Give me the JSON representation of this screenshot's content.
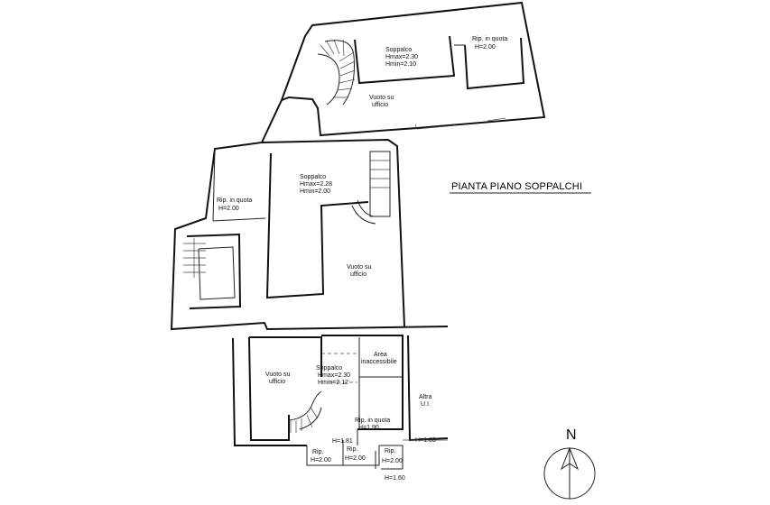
{
  "title": "PIANTA PIANO SOPPALCHI",
  "north_letter": "N",
  "rooms": {
    "top_soppalco": {
      "name": "Soppalco",
      "hmax": "Hmax=2.30",
      "hmin": "Hmin=2.10"
    },
    "top_rip": {
      "name": "Rip. in quota",
      "h": "H=2.00"
    },
    "top_vuoto": {
      "l1": "Vuoto su",
      "l2": "ufficio"
    },
    "mid_soppalco": {
      "name": "Soppalco",
      "hmax": "Hmax=2.28",
      "hmin": "Hmin=2.00"
    },
    "mid_rip": {
      "name": "Rip. in quota",
      "h": "H=2.00"
    },
    "mid_vuoto": {
      "l1": "Vuoto su",
      "l2": "ufficio"
    },
    "low_vuoto": {
      "l1": "Vuoto su",
      "l2": "ufficio"
    },
    "low_soppalco": {
      "name": "Soppalco",
      "hmax": "Hmax=2.30",
      "hmin": "Hmin=2.12"
    },
    "area": {
      "l1": "Area",
      "l2": "inaccessibile"
    },
    "altra": {
      "l1": "Altra",
      "l2": "U.I."
    },
    "low_rip": {
      "name": "Rip. in quota",
      "h": "H=1.90"
    },
    "small_rip1": {
      "name": "Rip.",
      "h": "H=2.00"
    },
    "small_rip2": {
      "name": "Rip.",
      "h": "H=2.00"
    },
    "small_rip3": {
      "name": "Rip.",
      "h": "H=2.00"
    }
  },
  "heights": {
    "h181": "H=1.81",
    "h183": "H=1.83",
    "h160": "H=1.60"
  }
}
